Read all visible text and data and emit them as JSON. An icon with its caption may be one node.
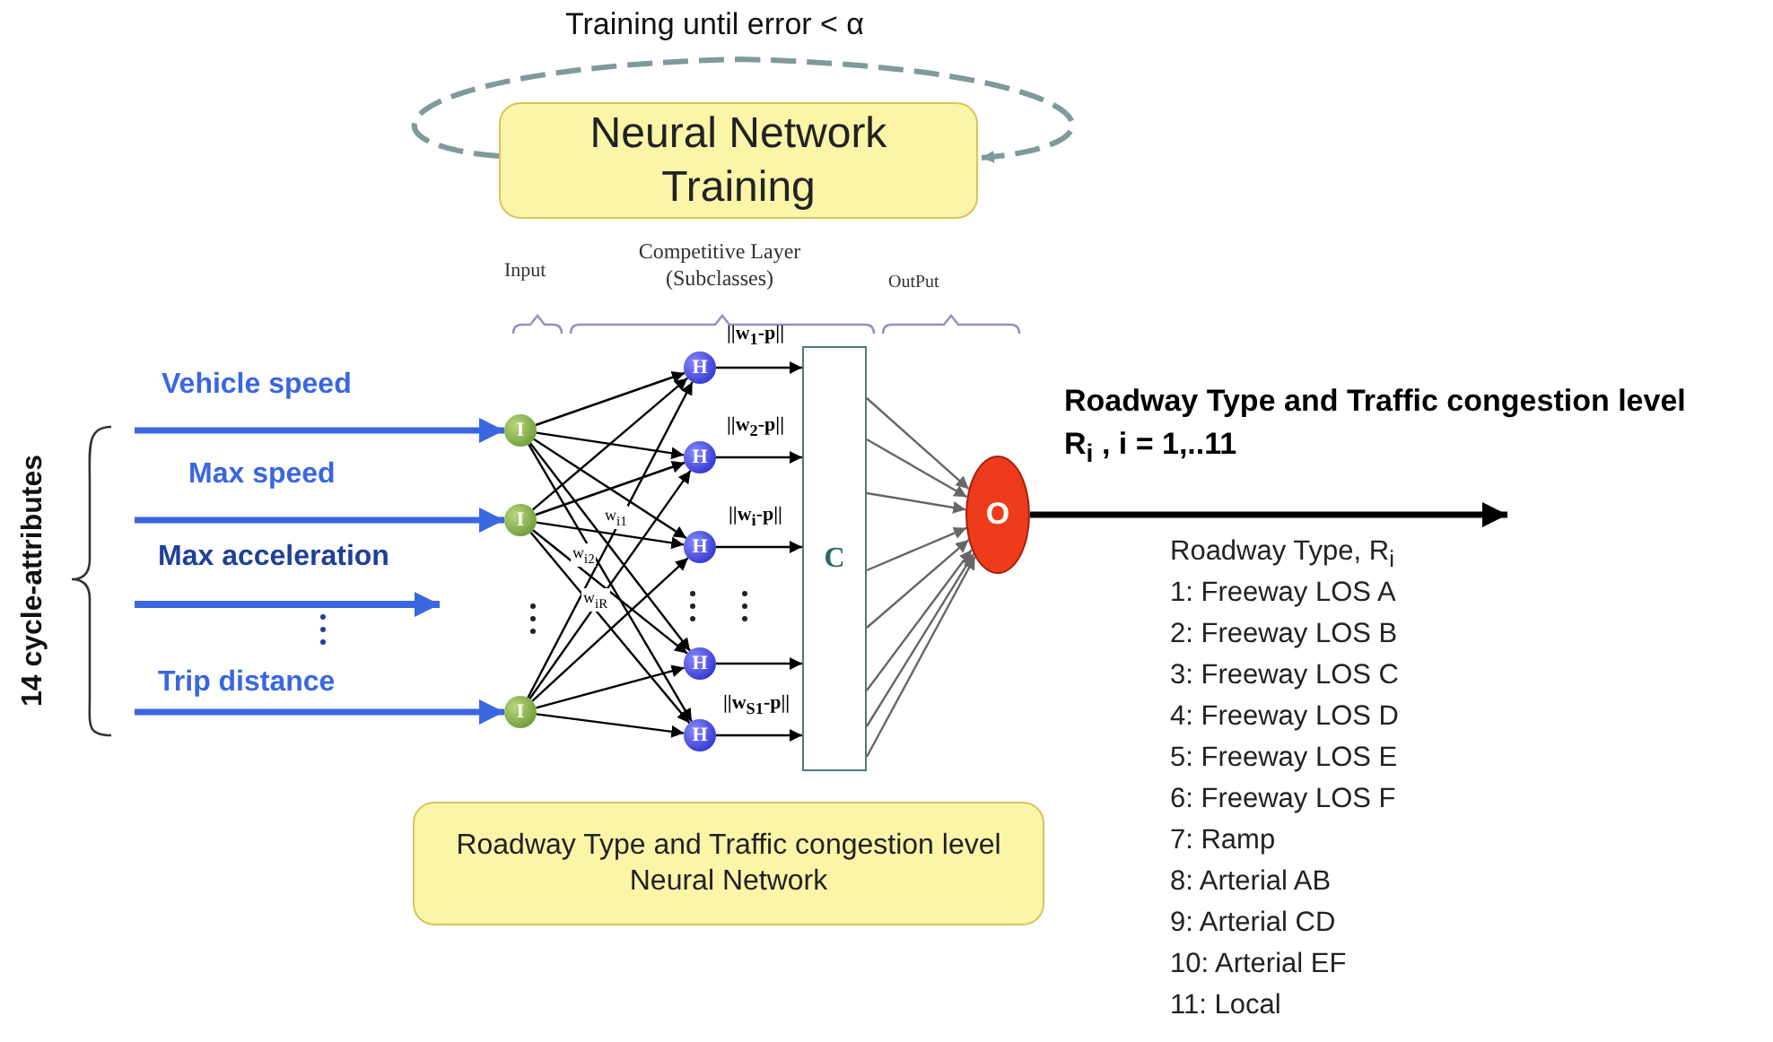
{
  "diagram": {
    "nodes": [
      {
        "text": [
          "Neural Network Training"
        ]
      },
      {
        "text": [
          "I"
        ]
      },
      {
        "text": [
          "I"
        ]
      },
      {
        "text": [
          "I"
        ]
      },
      {
        "text": [
          "H"
        ]
      },
      {
        "text": [
          "H"
        ]
      },
      {
        "text": [
          "H"
        ]
      },
      {
        "text": [
          "H"
        ]
      },
      {
        "text": [
          "H"
        ]
      },
      {
        "text": [
          "C"
        ]
      },
      {
        "text": [
          "O"
        ]
      },
      {
        "text": [
          "Roadway Type and Traffic congestion level Neural Network"
        ]
      }
    ],
    "edges": [
      {
        "from": 0,
        "to": 0,
        "arrow": "to",
        "style": "dashed",
        "color": "#7f9a9a",
        "label": "Training until error < α"
      },
      {
        "from": null,
        "to": 1,
        "arrow": "to",
        "style": "thick",
        "color": "#3a66e0",
        "label": "Vehicle speed"
      },
      {
        "from": null,
        "to": 2,
        "arrow": "to",
        "style": "thick",
        "color": "#3a66e0",
        "label": "Max speed"
      },
      {
        "from": null,
        "to": 3,
        "arrow": "to",
        "style": "thick",
        "color": "#3a66e0",
        "label": "Trip distance"
      },
      {
        "from": 1,
        "to": 4,
        "arrow": "to"
      },
      {
        "from": 1,
        "to": 5,
        "arrow": "to"
      },
      {
        "from": 1,
        "to": 6,
        "arrow": "to"
      },
      {
        "from": 1,
        "to": 7,
        "arrow": "to"
      },
      {
        "from": 1,
        "to": 8,
        "arrow": "to"
      },
      {
        "from": 2,
        "to": 4,
        "arrow": "to"
      },
      {
        "from": 2,
        "to": 5,
        "arrow": "to"
      },
      {
        "from": 2,
        "to": 6,
        "arrow": "to"
      },
      {
        "from": 2,
        "to": 7,
        "arrow": "to"
      },
      {
        "from": 2,
        "to": 8,
        "arrow": "to"
      },
      {
        "from": 3,
        "to": 4,
        "arrow": "to"
      },
      {
        "from": 3,
        "to": 5,
        "arrow": "to"
      },
      {
        "from": 3,
        "to": 6,
        "arrow": "to"
      },
      {
        "from": 3,
        "to": 7,
        "arrow": "to"
      },
      {
        "from": 3,
        "to": 8,
        "arrow": "to"
      },
      {
        "from": 4,
        "to": 9,
        "arrow": "to",
        "label": "||w$_{1}$-p||"
      },
      {
        "from": 5,
        "to": 9,
        "arrow": "to",
        "label": "||w$_{2}$-p||"
      },
      {
        "from": 6,
        "to": 9,
        "arrow": "to",
        "label": "||w$_{i}$-p||"
      },
      {
        "from": 7,
        "to": 9,
        "arrow": "to"
      },
      {
        "from": 8,
        "to": 9,
        "arrow": "to",
        "label": "||w$_{S1}$-p||"
      },
      {
        "from": 9,
        "to": 10,
        "arrow": "to",
        "color": "#666666"
      },
      {
        "from": 9,
        "to": 10,
        "arrow": "to",
        "color": "#666666"
      },
      {
        "from": 9,
        "to": 10,
        "arrow": "to",
        "color": "#666666"
      },
      {
        "from": 9,
        "to": 10,
        "arrow": "to",
        "color": "#666666"
      },
      {
        "from": 9,
        "to": 10,
        "arrow": "to",
        "color": "#666666"
      },
      {
        "from": 9,
        "to": 10,
        "arrow": "to",
        "color": "#666666"
      },
      {
        "from": 9,
        "to": 10,
        "arrow": "to",
        "color": "#666666"
      },
      {
        "from": 9,
        "to": 10,
        "arrow": "to",
        "color": "#666666"
      },
      {
        "from": 10,
        "to": null,
        "arrow": "to",
        "style": "thick",
        "label": "Roadway Type and Traffic congestion level R$_{i}$ , i = 1,..11"
      }
    ],
    "labels": [
      "Input",
      "Competitive Layer (Subclasses)",
      "OutPut",
      "14 cycle-attributes",
      "Max acceleration",
      "w$_{i1}$",
      "w$_{i2}$",
      "w$_{iR}$",
      "Roadway Type, R$_{i}$",
      "1: Freeway LOS A",
      "2: Freeway LOS B",
      "3: Freeway LOS C",
      "4: Freeway LOS D",
      "5: Freeway LOS E",
      "6: Freeway LOS F",
      "7: Ramp",
      "8: Arterial AB",
      "9: Arterial CD",
      "10: Arterial EF",
      "11: Local"
    ]
  }
}
